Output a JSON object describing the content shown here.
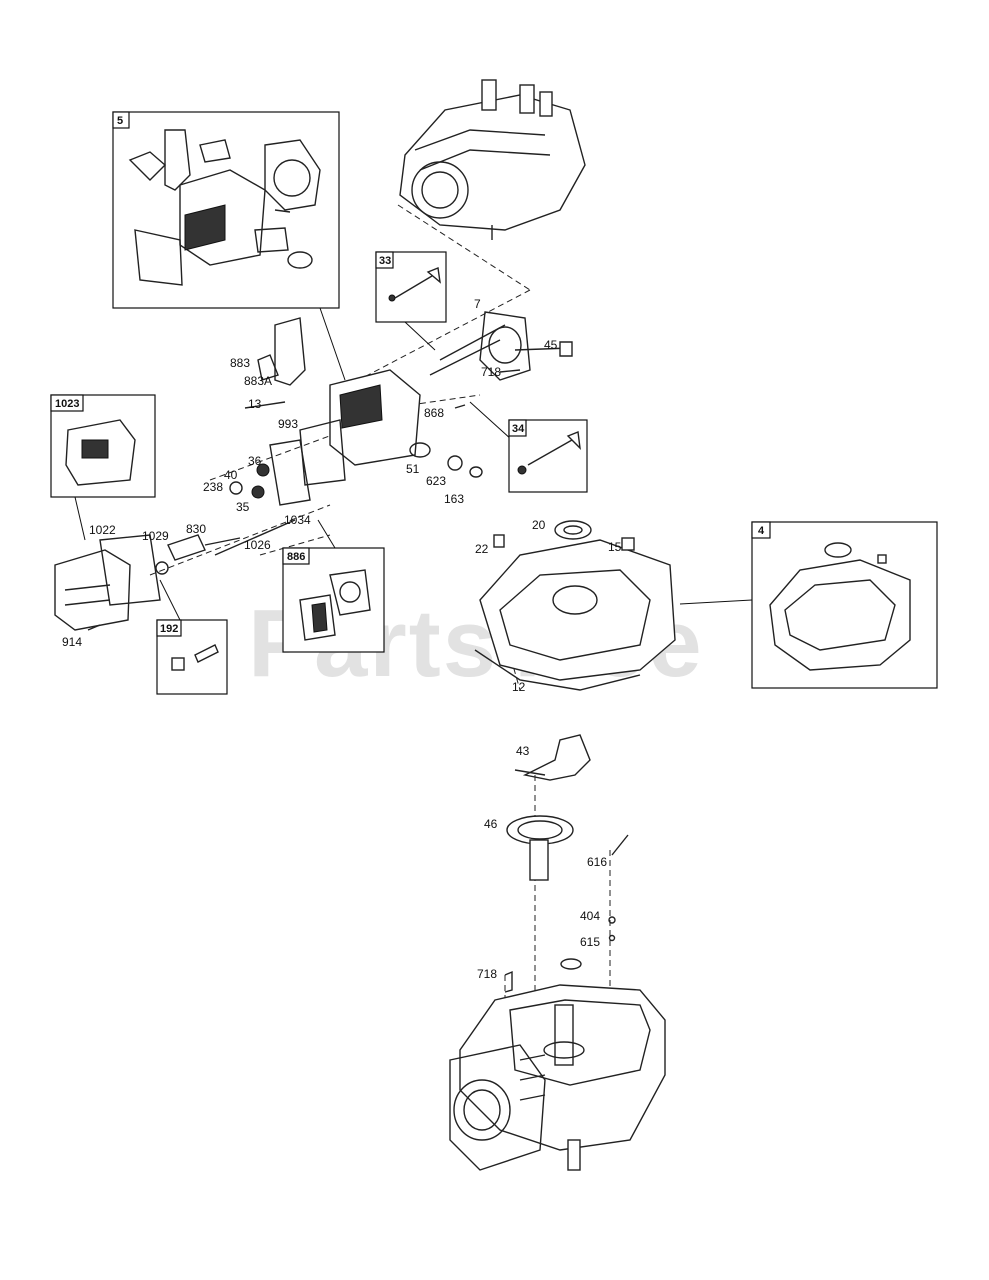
{
  "watermark": "PartsTree",
  "callout_boxes": [
    {
      "id": "box-5",
      "number": "5"
    },
    {
      "id": "box-33",
      "number": "33"
    },
    {
      "id": "box-34",
      "number": "34"
    },
    {
      "id": "box-1023",
      "number": "1023"
    },
    {
      "id": "box-886",
      "number": "886"
    },
    {
      "id": "box-192",
      "number": "192"
    },
    {
      "id": "box-4",
      "number": "4"
    }
  ],
  "part_labels": {
    "p7": "7",
    "p45": "45",
    "p718a": "718",
    "p883": "883",
    "p883a": "883A",
    "p13": "13",
    "p993": "993",
    "p868": "868",
    "p36": "36",
    "p40": "40",
    "p238": "238",
    "p35": "35",
    "p51": "51",
    "p623": "623",
    "p163": "163",
    "p1034": "1034",
    "p1022": "1022",
    "p1029": "1029",
    "p830": "830",
    "p1026": "1026",
    "p914": "914",
    "p22": "22",
    "p20": "20",
    "p15": "15",
    "p12": "12",
    "p43": "43",
    "p46": "46",
    "p616": "616",
    "p404": "404",
    "p615": "615",
    "p718b": "718"
  }
}
